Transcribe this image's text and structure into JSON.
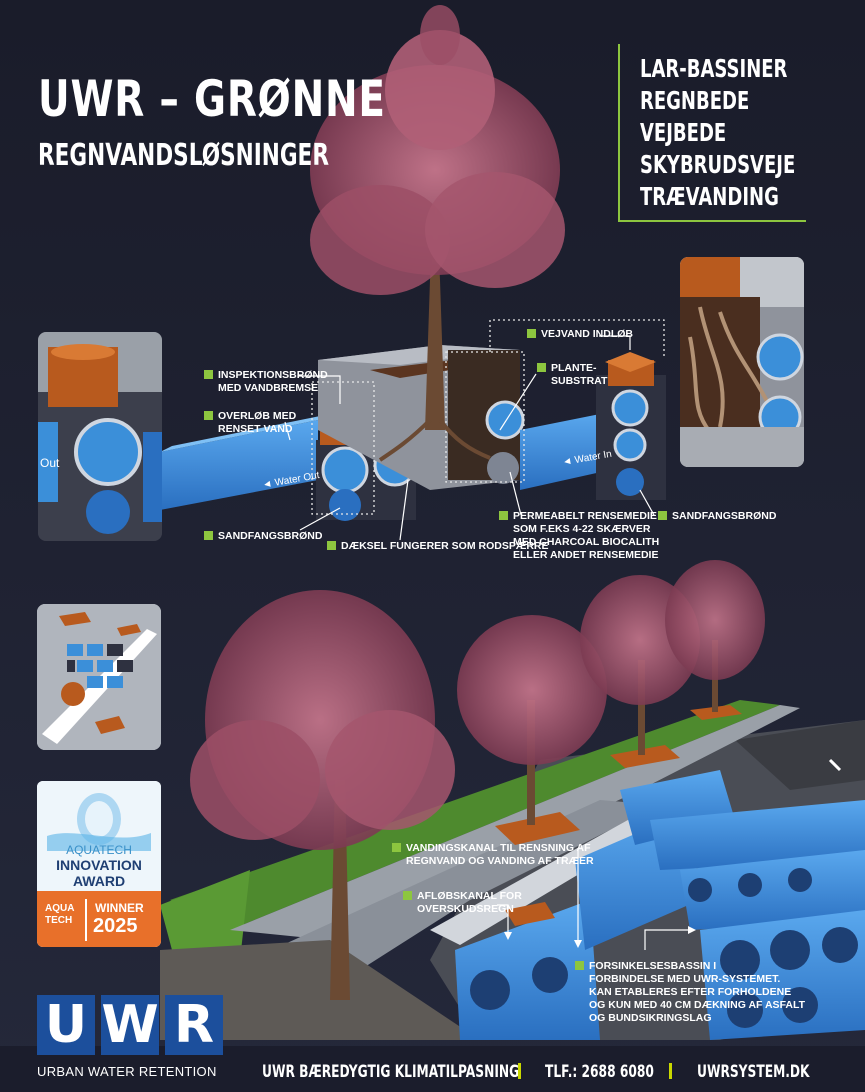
{
  "header": {
    "title_line1": "UWR – GRØNNE",
    "title_line2": "REGNVANDSLØSNINGER"
  },
  "use_cases": [
    "LAR-BASSINER",
    "REGNBEDE",
    "VEJBEDE",
    "SKYBRUDSVEJE",
    "TRÆVANDING"
  ],
  "diagram_labels": {
    "inspektionsbrond": [
      "INSPEKTIONSBRØND",
      "MED VANDBREMSE"
    ],
    "overlob": [
      "OVERLØB MED",
      "RENSET VAND"
    ],
    "sandfang_left": "SANDFANGSBRØND",
    "daeksel": "DÆKSEL FUNGERER SOM RODSPÆRRE",
    "vejvand": "VEJVAND INDLØB",
    "plantesubstrat": [
      "PLANTE-",
      "SUBSTRAT"
    ],
    "permeabelt": [
      "PERMEABELT RENSEMEDIE",
      "SOM F.EKS 4-22 SKÆRVER",
      "MED CHARCOAL BIOCALITH",
      "ELLER ANDET RENSEMEDIE"
    ],
    "sandfang_right": "SANDFANGSBRØND",
    "water_out": "◄ Water Out",
    "water_in": "◄ Water In",
    "out_partial": "Out",
    "vandingskanal": [
      "VANDINGSKANAL TIL RENSNING AF",
      "REGNVAND OG VANDING AF TRÆER"
    ],
    "aflobskanal": [
      "AFLØBSKANAL FOR",
      "OVERSKUDSREGN"
    ],
    "forsinkelse": [
      "FORSINKELSESBASSIN I",
      "FORBINDELSE MED UWR-SYSTEMET.",
      "KAN ETABLERES EFTER FORHOLDENE",
      "OG KUN MED 40 CM DÆKNING AF ASFALT",
      "OG BUNDSIKRINGSLAG"
    ]
  },
  "award": {
    "line1": "AQUATECH",
    "line2": "INNOVATION",
    "line3": "AWARD",
    "badge1": "AQUA",
    "badge2": "TECH",
    "winner": "WINNER",
    "year": "2025"
  },
  "logo": {
    "letters": [
      "U",
      "W",
      "R"
    ],
    "subtitle": "URBAN WATER RETENTION"
  },
  "footer": {
    "tagline": "UWR BÆREDYGTIG KLIMATILPASNING",
    "phone": "TLF.: 2688 6080",
    "website": "UWRSYSTEM.DK"
  },
  "colors": {
    "background": "#1b1d2c",
    "accent_green": "#8dc63f",
    "pipe_blue": "#3b8fd9",
    "brand_blue": "#1c4f9c",
    "award_orange": "#e8702a",
    "tree_pink": "#b5637b"
  }
}
